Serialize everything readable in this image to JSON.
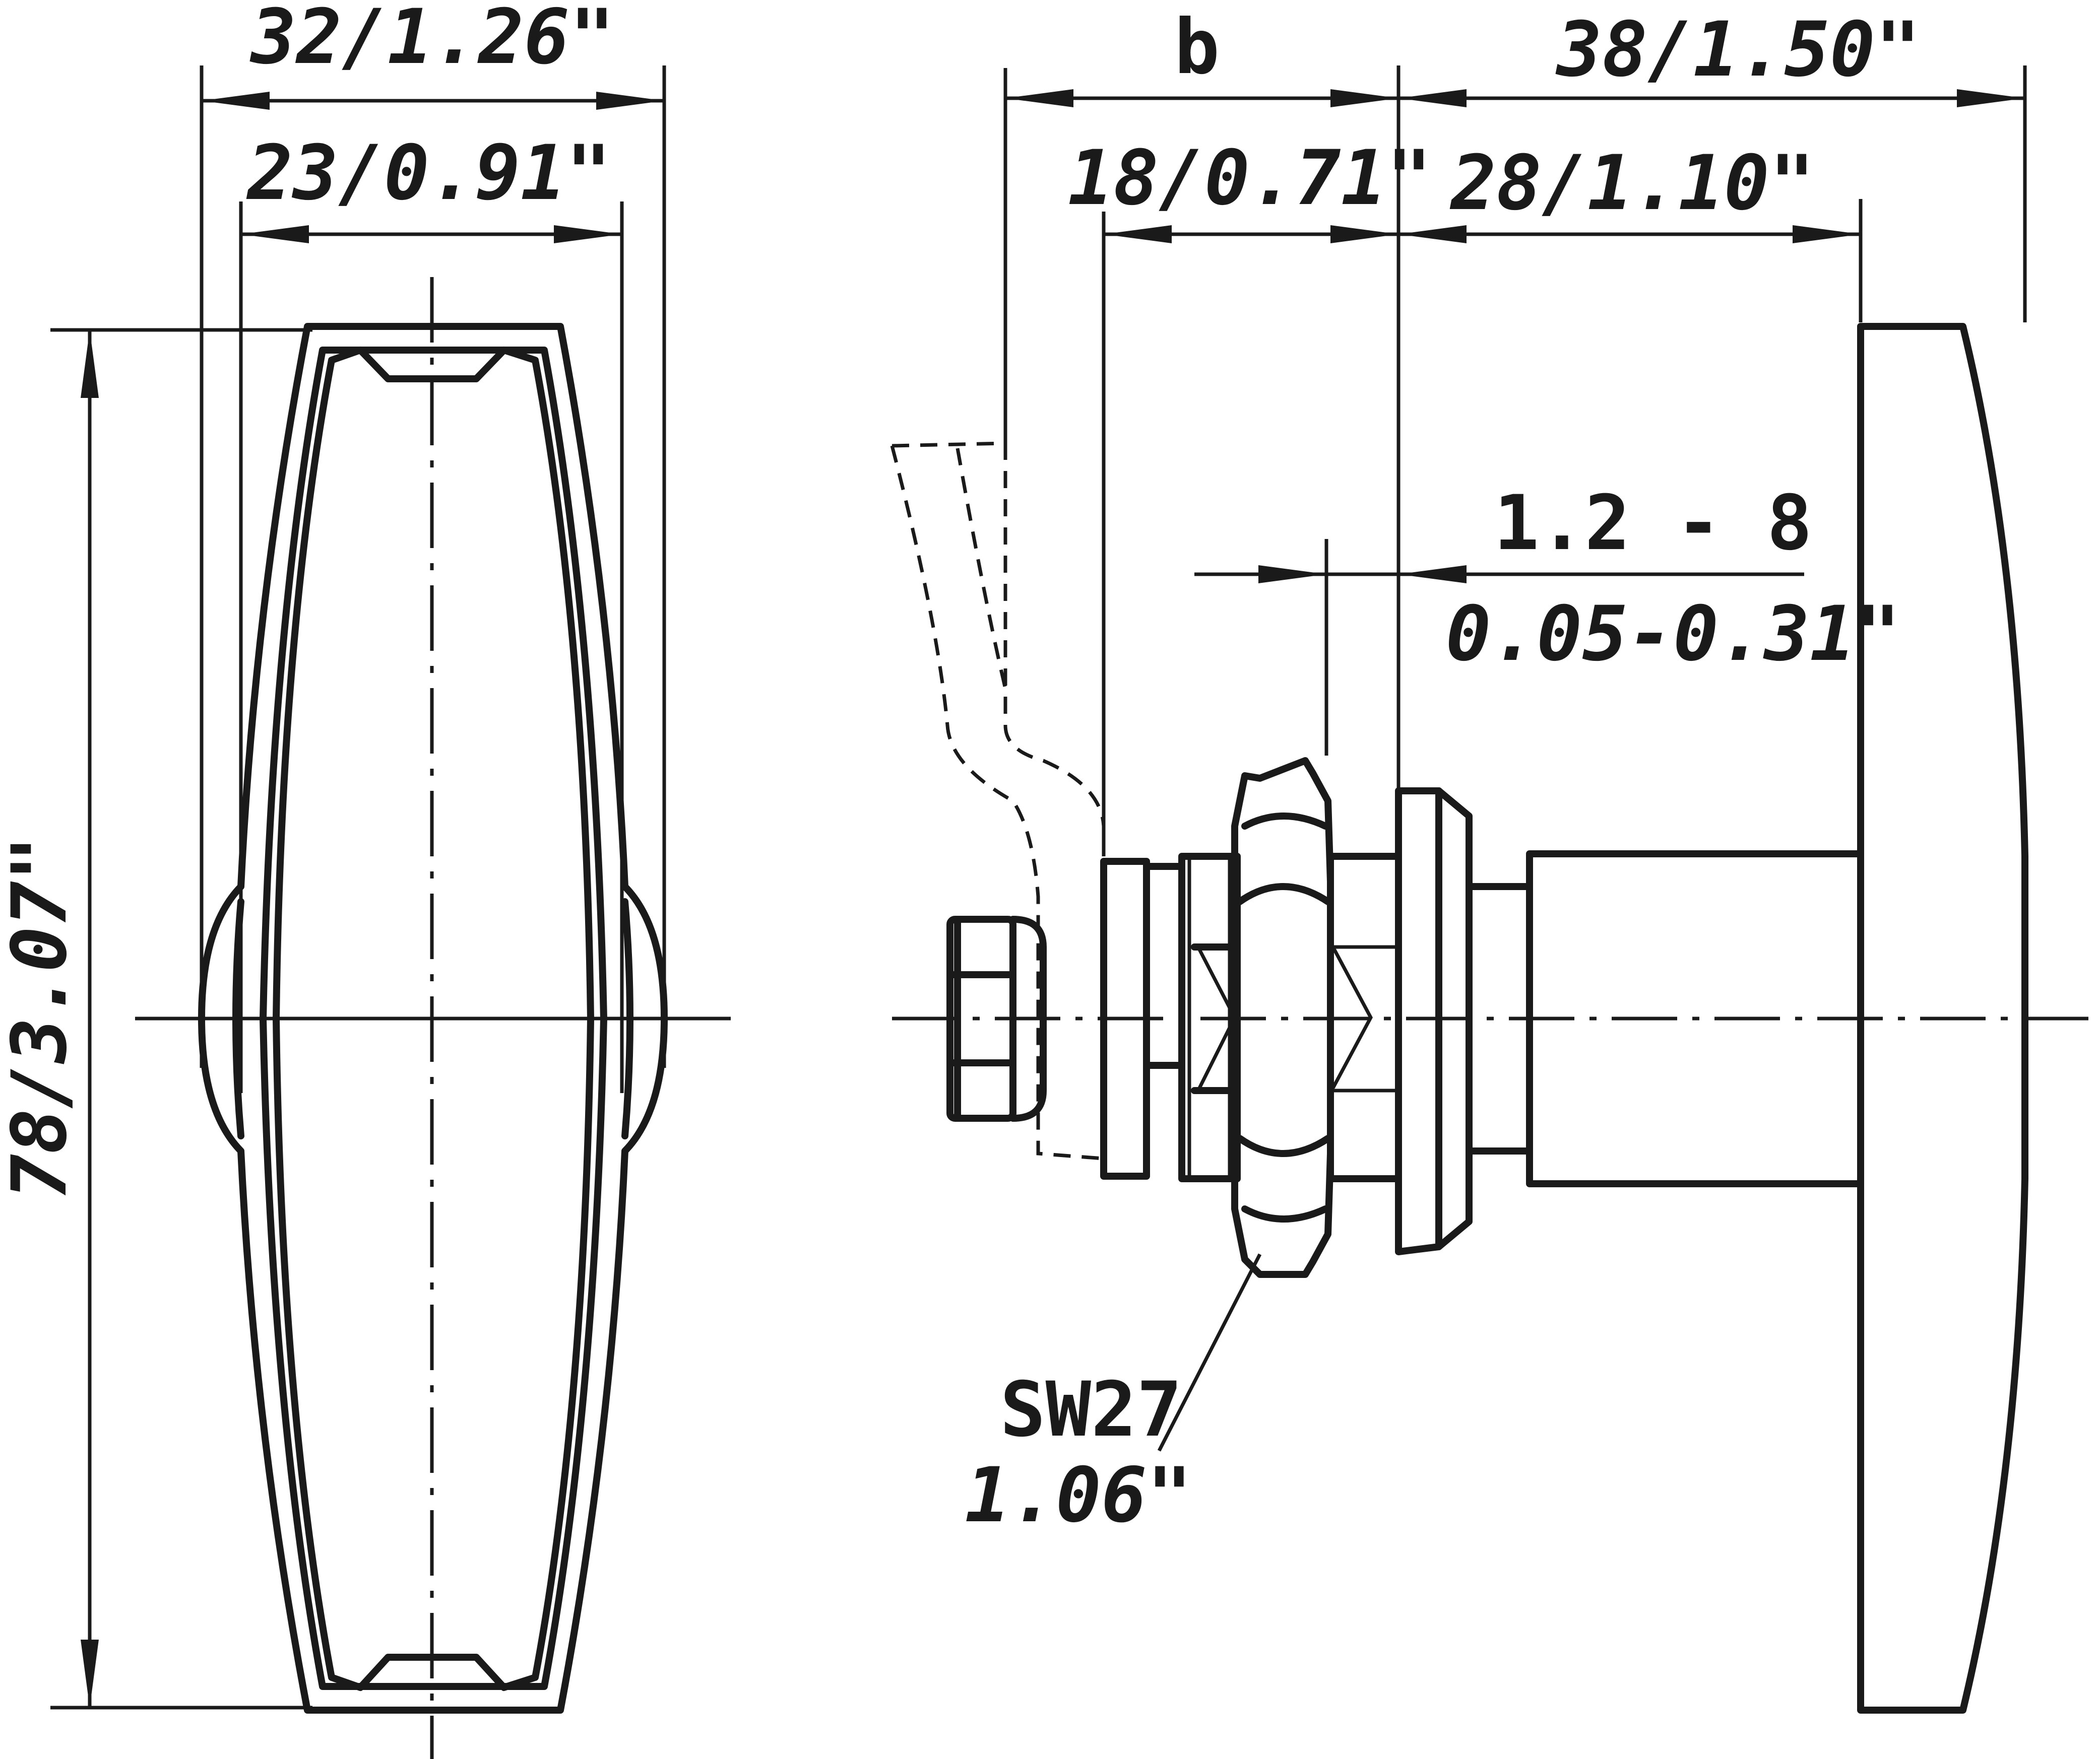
{
  "dimensions": {
    "overall_width": "32/1.26\"",
    "inner_width": "23/0.91\"",
    "height": "78/3.07\"",
    "b_label": "b",
    "handle_depth": "38/1.50\"",
    "bolt_to_panel": "18/0.71\"",
    "handle_to_panel": "28/1.10\"",
    "panel_thickness_metric": "1.2 - 8",
    "panel_thickness_inch": "0.05-0.31\"",
    "wrench_size": "SW27",
    "wrench_size_inch": "1.06\""
  }
}
